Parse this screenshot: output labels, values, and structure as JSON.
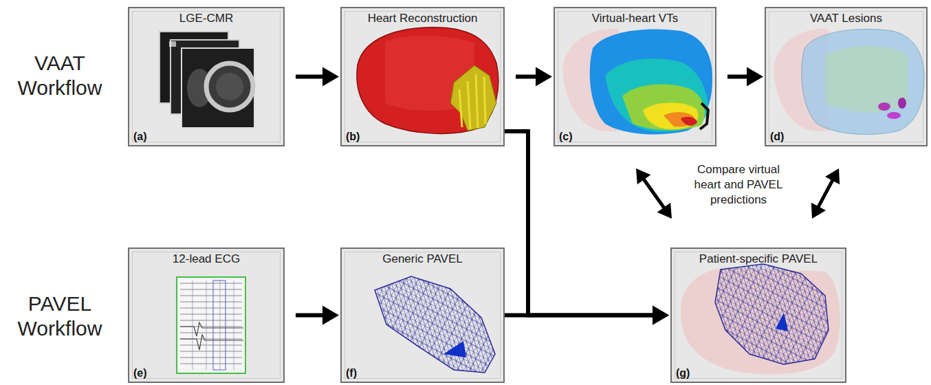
{
  "diagram": {
    "nodes": [
      {
        "text": [
          "LGE-CMR",
          "(a)"
        ]
      },
      {
        "text": [
          "Heart Reconstruction",
          "(b)"
        ]
      },
      {
        "text": [
          "Virtual-heart VTs",
          "(c)"
        ]
      },
      {
        "text": [
          "VAAT Lesions",
          "(d)"
        ]
      },
      {
        "text": [
          "12-lead ECG",
          "(e)"
        ]
      },
      {
        "text": [
          "Generic PAVEL",
          "(f)"
        ]
      },
      {
        "text": [
          "Patient-specific PAVEL",
          "(g)"
        ]
      }
    ],
    "edges": [
      {
        "from": 0,
        "to": 1,
        "arrow": "to"
      },
      {
        "from": 1,
        "to": 2,
        "arrow": "to"
      },
      {
        "from": 2,
        "to": 3,
        "arrow": "to"
      },
      {
        "from": 4,
        "to": 5,
        "arrow": "to"
      },
      {
        "from": 5,
        "to": 6,
        "arrow": "to"
      },
      {
        "from": 1,
        "to": 6,
        "arrow": "to"
      },
      {
        "from": 2,
        "to": 6,
        "arrow": "both"
      },
      {
        "from": 3,
        "to": 6,
        "arrow": "both"
      }
    ],
    "labels": [
      "VAAT Workflow",
      "PAVEL Workflow",
      "Compare virtual heart and PAVEL predictions"
    ]
  }
}
